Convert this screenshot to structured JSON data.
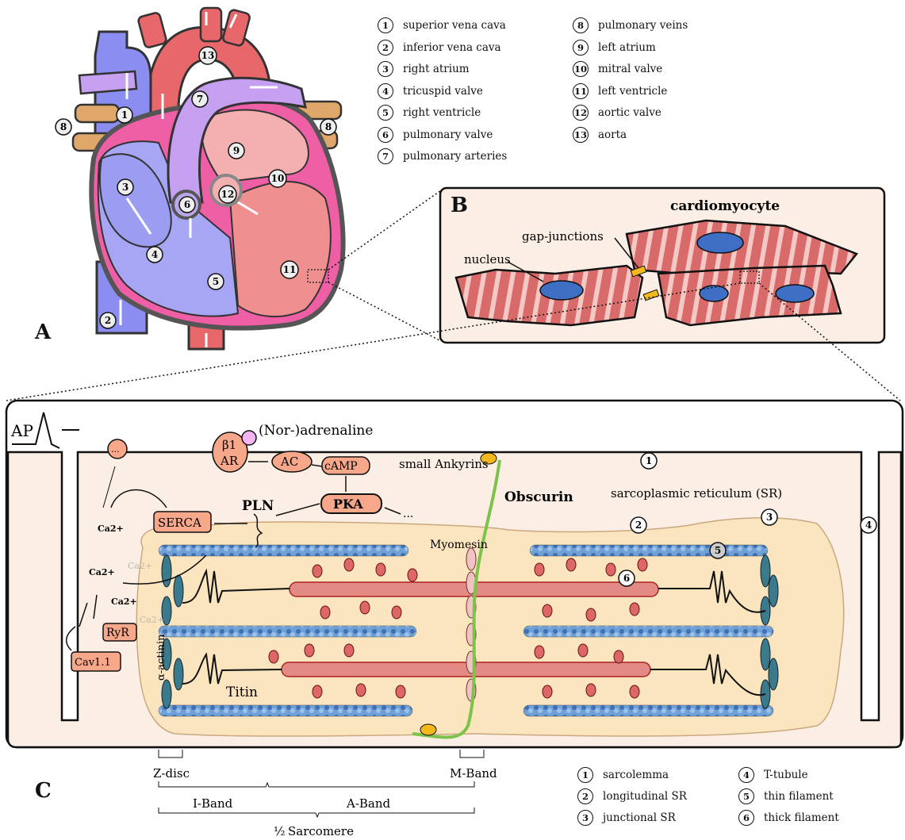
{
  "panels": {
    "a": "A",
    "b": "B",
    "c": "C"
  },
  "legend_top": [
    {
      "n": "1",
      "label": "superior vena cava"
    },
    {
      "n": "2",
      "label": "inferior vena cava"
    },
    {
      "n": "3",
      "label": "right atrium"
    },
    {
      "n": "4",
      "label": "tricuspid valve"
    },
    {
      "n": "5",
      "label": "right ventricle"
    },
    {
      "n": "6",
      "label": "pulmonary valve"
    },
    {
      "n": "7",
      "label": "pulmonary arteries"
    },
    {
      "n": "8",
      "label": "pulmonary veins"
    },
    {
      "n": "9",
      "label": "left atrium"
    },
    {
      "n": "10",
      "label": "mitral valve"
    },
    {
      "n": "11",
      "label": "left ventricle"
    },
    {
      "n": "12",
      "label": "aortic valve"
    },
    {
      "n": "13",
      "label": "aorta"
    }
  ],
  "legend_bottom": [
    {
      "n": "1",
      "label": "sarcolemma"
    },
    {
      "n": "2",
      "label": "longitudinal SR"
    },
    {
      "n": "3",
      "label": "junctional SR"
    },
    {
      "n": "4",
      "label": "T-tubule"
    },
    {
      "n": "5",
      "label": "thin filament"
    },
    {
      "n": "6",
      "label": "thick filament"
    }
  ],
  "heart_markers": [
    "1",
    "2",
    "3",
    "4",
    "5",
    "6",
    "7",
    "8",
    "8",
    "9",
    "10",
    "11",
    "12",
    "13"
  ],
  "panel_b": {
    "title": "cardiomyocyte",
    "gap_junctions": "gap-junctions",
    "nucleus": "nucleus"
  },
  "panel_c": {
    "ap": "AP",
    "dots": "...",
    "noradrenaline": "(Nor-)adrenaline",
    "beta1_line1": "β1",
    "beta1_line2": "AR",
    "ac": "AC",
    "camp": "cAMP",
    "pka": "PKA",
    "pka_more": "...",
    "pln": "PLN",
    "serca": "SERCA",
    "ryr": "RyR",
    "cav": "Cav1.1",
    "ca1": "Ca2+",
    "ca2": "Ca2+",
    "ca3": "Ca2+",
    "ca4": "Ca2+",
    "ca5": "Ca2+",
    "small_ankyrins": "small Ankyrins",
    "obscurin": "Obscurin",
    "sr": "sarcoplasmic reticulum (SR)",
    "myomesin": "Myomesin",
    "alpha_actinin": "α-actinin",
    "titin": "Titin",
    "zdisc": "Z-disc",
    "mband": "M-Band",
    "iband": "I-Band",
    "aband": "A-Band",
    "sarcomere_frac": "½",
    "sarcomere": "Sarcomere",
    "markers": [
      "1",
      "2",
      "3",
      "4",
      "5",
      "6"
    ]
  }
}
